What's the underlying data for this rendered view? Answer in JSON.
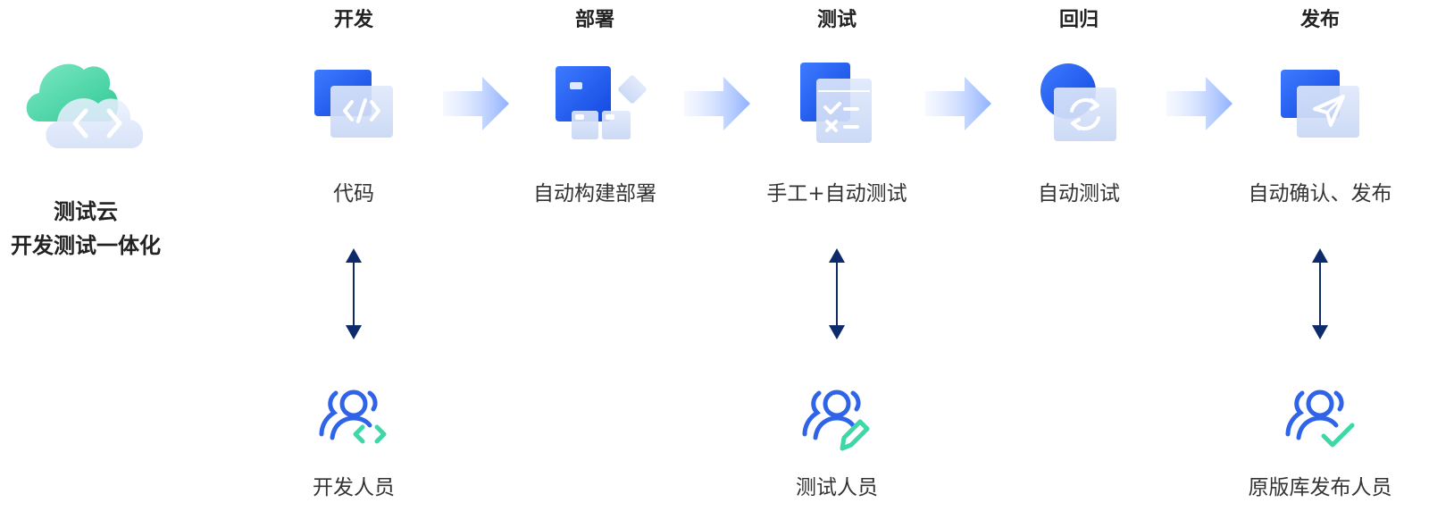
{
  "brand": {
    "line1": "测试云",
    "line2": "开发测试一体化",
    "icon": "cloud-code-icon"
  },
  "stages": [
    {
      "title": "开发",
      "desc": "代码",
      "icon": "code-window-icon"
    },
    {
      "title": "部署",
      "desc": "自动构建部署",
      "icon": "deploy-blocks-icon"
    },
    {
      "title": "测试",
      "desc": "手工+自动测试",
      "icon": "checklist-icon"
    },
    {
      "title": "回归",
      "desc": "自动测试",
      "icon": "refresh-icon"
    },
    {
      "title": "发布",
      "desc": "自动确认、发布",
      "icon": "send-icon"
    }
  ],
  "people": [
    {
      "label": "开发人员",
      "icon": "developer-person-icon"
    },
    {
      "label": "测试人员",
      "icon": "tester-person-icon"
    },
    {
      "label": "原版库发布人员",
      "icon": "publisher-person-icon"
    }
  ],
  "colors": {
    "primary_blue": "#1e5cf0",
    "light_blue": "#8fb1ff",
    "green": "#3fd7a7",
    "dark_navy": "#0d2a6b",
    "person_blue": "#2f63e8"
  }
}
